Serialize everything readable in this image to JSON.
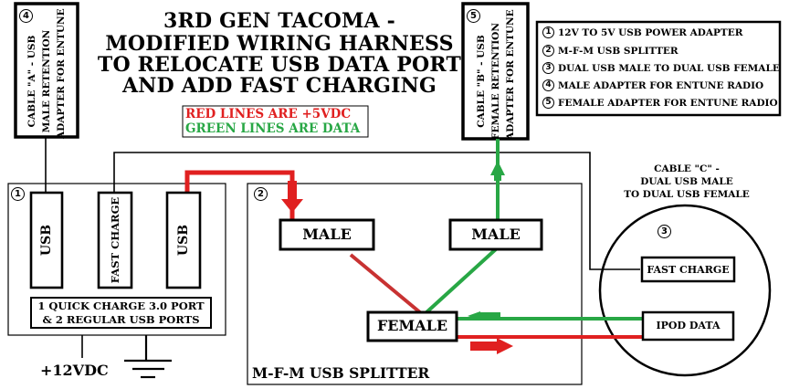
{
  "title": {
    "lines": [
      "3RD GEN TACOMA -",
      "MODIFIED WIRING HARNESS",
      "TO RELOCATE USB DATA PORT",
      "AND ADD FAST CHARGING"
    ]
  },
  "color_key": {
    "red_text": "RED LINES ARE +5VDC",
    "green_text": "GREEN LINES ARE DATA",
    "red_color": "#e02020",
    "green_color": "#28a745"
  },
  "legend": [
    {
      "num": "1",
      "label": "12V TO 5V USB POWER ADAPTER"
    },
    {
      "num": "2",
      "label": "M-F-M USB SPLITTER"
    },
    {
      "num": "3",
      "label": "DUAL USB MALE TO DUAL USB FEMALE"
    },
    {
      "num": "4",
      "label": "MALE ADAPTER FOR ENTUNE RADIO"
    },
    {
      "num": "5",
      "label": "FEMALE ADAPTER FOR ENTUNE RADIO"
    }
  ],
  "cable_a": {
    "num": "4",
    "lines": [
      "CABLE \"A\" - USB",
      "MALE RETENTION",
      "ADAPTER FOR ENTUNE"
    ]
  },
  "cable_b": {
    "num": "5",
    "lines": [
      "CABLE \"B\" - USB",
      "FEMALE RETENTION",
      "ADAPTER FOR ENTUNE"
    ]
  },
  "adapter": {
    "num": "1",
    "ports": [
      "USB",
      "FAST CHARGE",
      "USB"
    ],
    "note_lines": [
      "1 QUICK CHARGE 3.0 PORT",
      "& 2 REGULAR USB PORTS"
    ],
    "supply_label": "+12VDC"
  },
  "splitter": {
    "num": "2",
    "male_left": "MALE",
    "male_right": "MALE",
    "female": "FEMALE",
    "caption": "M-F-M USB SPLITTER"
  },
  "cable_c": {
    "num": "3",
    "lines": [
      "CABLE \"C\" -",
      "DUAL USB MALE",
      "TO DUAL USB FEMALE"
    ],
    "fast_charge": "FAST CHARGE",
    "ipod_data": "IPOD DATA"
  }
}
